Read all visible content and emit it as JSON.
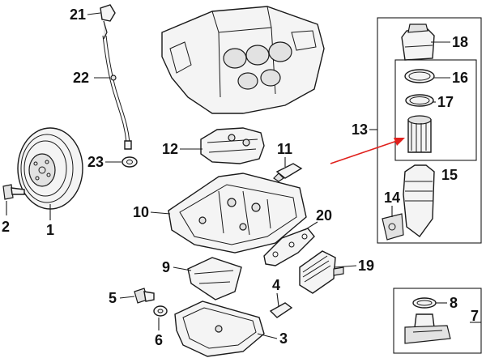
{
  "colors": {
    "ink": "#111111",
    "callout_arrow": "#e0201c",
    "background": "#ffffff"
  },
  "callouts": [
    {
      "id": "1",
      "text": "1"
    },
    {
      "id": "2",
      "text": "2"
    },
    {
      "id": "3",
      "text": "3"
    },
    {
      "id": "4",
      "text": "4"
    },
    {
      "id": "5",
      "text": "5"
    },
    {
      "id": "6",
      "text": "6"
    },
    {
      "id": "7",
      "text": "7"
    },
    {
      "id": "8",
      "text": "8"
    },
    {
      "id": "9",
      "text": "9"
    },
    {
      "id": "10",
      "text": "10"
    },
    {
      "id": "11",
      "text": "11"
    },
    {
      "id": "12",
      "text": "12"
    },
    {
      "id": "13",
      "text": "13"
    },
    {
      "id": "14",
      "text": "14"
    },
    {
      "id": "15",
      "text": "15"
    },
    {
      "id": "16",
      "text": "16"
    },
    {
      "id": "17",
      "text": "17"
    },
    {
      "id": "18",
      "text": "18"
    },
    {
      "id": "19",
      "text": "19"
    },
    {
      "id": "20",
      "text": "20"
    },
    {
      "id": "21",
      "text": "21"
    },
    {
      "id": "22",
      "text": "22"
    },
    {
      "id": "23",
      "text": "23"
    }
  ]
}
